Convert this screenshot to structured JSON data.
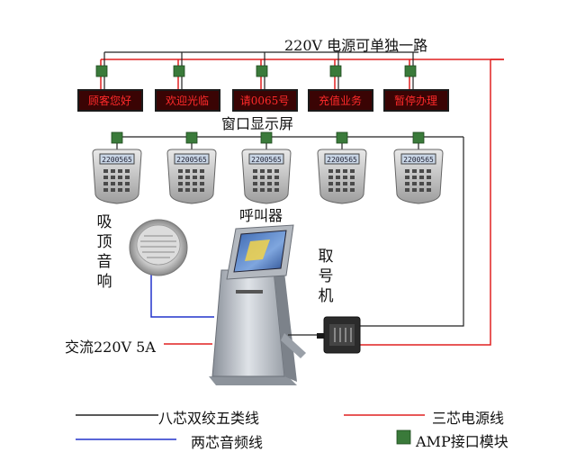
{
  "top_label": "220V  电源可单独一路",
  "window_display_label": "窗口显示屏",
  "displays": [
    "顾客您好",
    "欢迎光临",
    "请0065号",
    "充值业务",
    "暂停办理"
  ],
  "pager_label": "呼叫器",
  "pager_screen_text": "2200565",
  "speaker_label": "吸顶音响",
  "kiosk_label": "取号机",
  "power_label": "交流220V 5A",
  "legend": {
    "twisted_pair": "八芯双绞五类线",
    "power_cable": "三芯电源线",
    "audio_cable": "两芯音频线",
    "amp_module": "AMP接口模块"
  },
  "colors": {
    "power": "#e02020",
    "data": "#222222",
    "audio": "#2233cc",
    "module": "#3a7a3a",
    "display_bg": "#7a0a0a"
  }
}
